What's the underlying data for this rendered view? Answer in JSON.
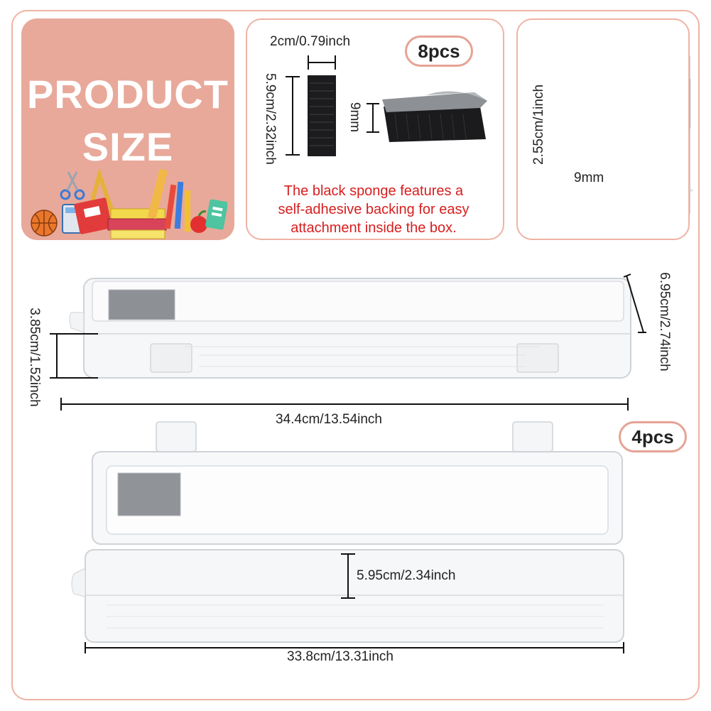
{
  "badge": {
    "line1": "PRODUCT",
    "line2": "SIZE"
  },
  "sponge": {
    "width_label": "2cm/0.79inch",
    "length_label": "5.9cm/2.32inch",
    "thickness_label": "9mm",
    "quantity": "8pcs",
    "note_lines": [
      "The black sponge features a",
      "self-adhesive backing for easy",
      "attachment inside the box."
    ]
  },
  "edge": {
    "depth_label": "2.55cm/1inch",
    "lip_label": "9mm"
  },
  "closed_box": {
    "height_label": "3.85cm/1.52inch",
    "total_height_label": "6.95cm/2.74inch",
    "length_label": "34.4cm/13.54inch"
  },
  "open_box": {
    "quantity": "4pcs",
    "inner_depth_label": "5.95cm/2.34inch",
    "length_label": "33.8cm/13.31inch"
  },
  "colors": {
    "accent": "#e8a99a",
    "border": "#efb3a4",
    "note": "#d81e1e"
  }
}
